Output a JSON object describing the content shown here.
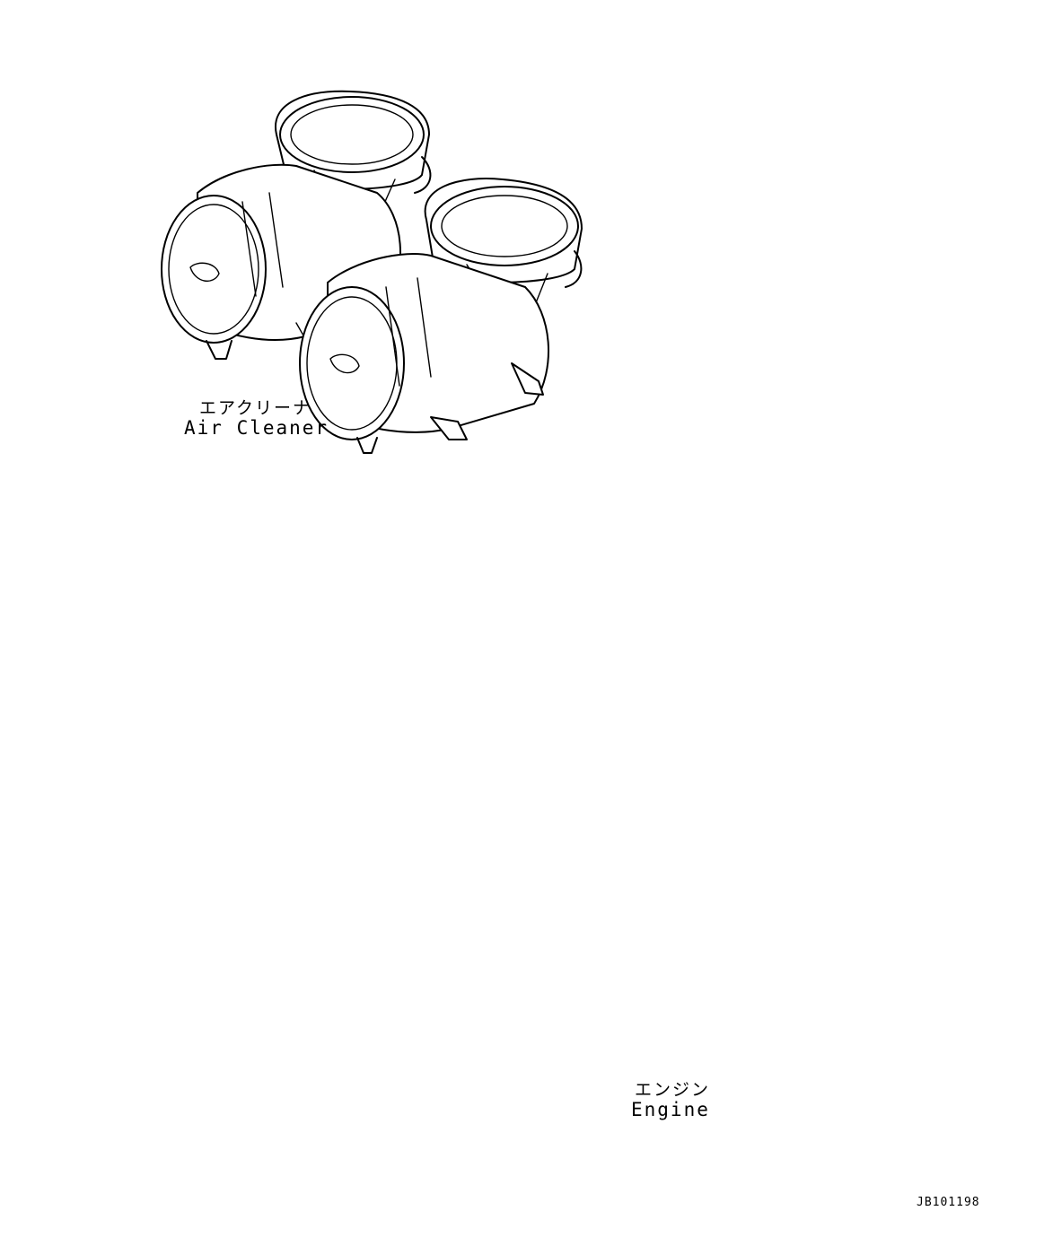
{
  "labels": {
    "air_cleaner_jp": "エアクリーナ",
    "air_cleaner_en": "Air Cleaner",
    "engine_jp": "エンジン",
    "engine_en": "Engine"
  },
  "drawing_code": "JB101198",
  "colors": {
    "line": "#000000",
    "background": "#ffffff"
  }
}
